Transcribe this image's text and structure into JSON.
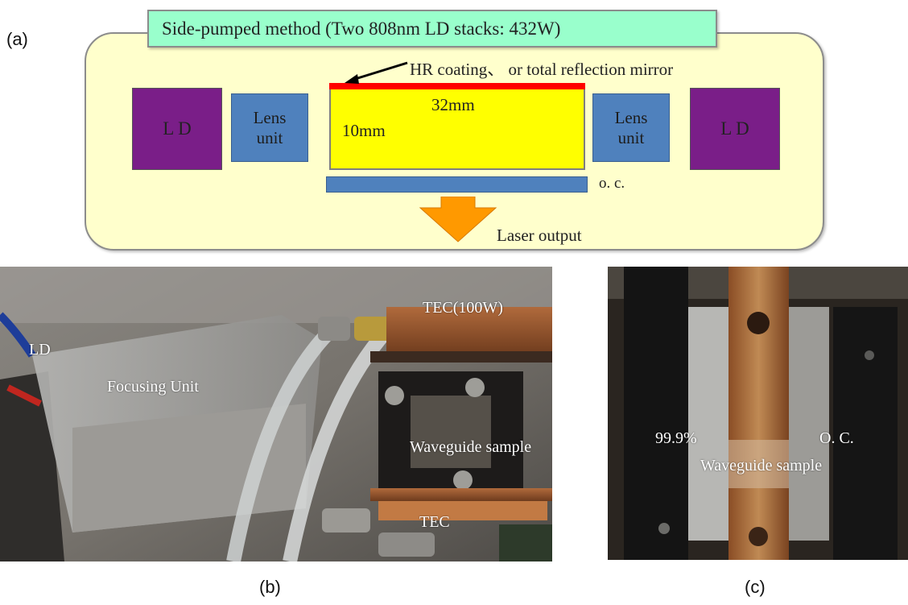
{
  "panels": {
    "a": "(a)",
    "b": "(b)",
    "c": "(c)"
  },
  "diagram": {
    "title": "Side-pumped  method (Two 808nm LD stacks: 432W)",
    "ld_left": "L D",
    "ld_right": "L D",
    "lens_left": [
      "Lens",
      "unit"
    ],
    "lens_right": [
      "Lens",
      "unit"
    ],
    "hr_label": "HR coating、 or  total reflection mirror",
    "length_label": "32mm",
    "width_label": "10mm",
    "oc_label": "o. c.",
    "output_label": "Laser output",
    "colors": {
      "box_fill": "#ffffcc",
      "banner_fill": "#99ffcc",
      "ld_fill": "#7a1e88",
      "lens_fill": "#4f81bd",
      "crystal_fill": "#ffff00",
      "hr_coating": "#ff0000",
      "output_arrow": "#ff9900"
    }
  },
  "photo_b": {
    "labels": {
      "ld": "LD",
      "focusing": "Focusing Unit",
      "tec_top": "TEC(100W)",
      "waveguide": "Waveguide sample",
      "tec_bottom": "TEC"
    }
  },
  "photo_c": {
    "labels": {
      "reflect": "99.9%",
      "oc": "O. C.",
      "waveguide": "Waveguide sample"
    }
  }
}
